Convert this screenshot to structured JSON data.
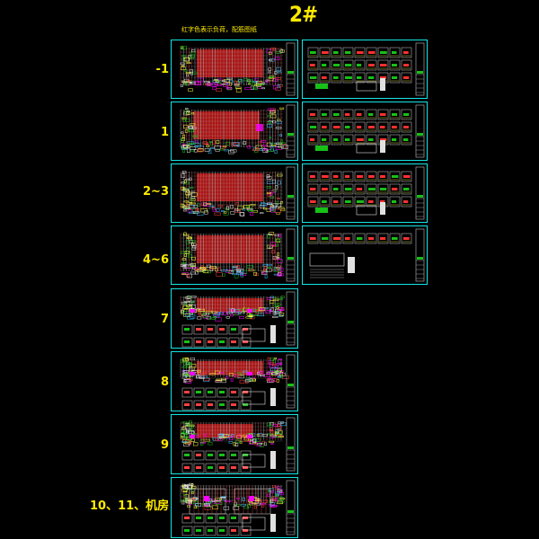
{
  "title": "2#",
  "note": "红字色表示负荷，配筋图纸",
  "floors": [
    "-1",
    "1",
    "2~3",
    "4~6",
    "7",
    "8",
    "9",
    "10、11、机房"
  ],
  "colors": {
    "frame": "#13e6e6",
    "label": "#ffea00",
    "fill_red": "#a01818",
    "line_white": "#e6e6e6",
    "line_green": "#18c018",
    "accent_magenta": "#ff00ff"
  }
}
